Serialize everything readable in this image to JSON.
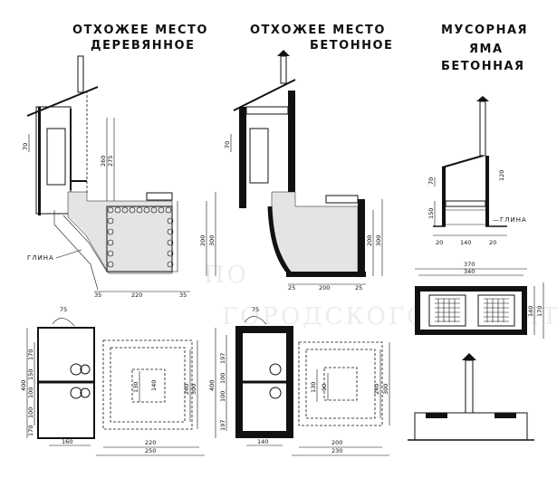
{
  "titles": {
    "wood": [
      "ОТХОЖЕЕ МЕСТО",
      "ДЕРЕВЯННОЕ"
    ],
    "concrete": [
      "ОТХОЖЕЕ МЕСТО",
      "БЕТОННОЕ"
    ],
    "pit": [
      "МУСОРНАЯ",
      "ЯМА",
      "БЕТОННАЯ"
    ]
  },
  "labels": {
    "clay_left": "ГЛИНА",
    "clay_right": "—ГЛИНА"
  },
  "watermark": [
    "ПО",
    "ГОРОДСКОГО СТРОИТЕЛЬСТВА"
  ],
  "dims": {
    "d70a": "70",
    "d260a": "260",
    "d275": "275",
    "d200a": "200",
    "d300a": "300",
    "d35a": "35",
    "d220a": "220",
    "d35b": "35",
    "d70b": "70",
    "d200b": "200",
    "d300b": "300",
    "d25a": "25",
    "d200c": "200",
    "d25b": "25",
    "d70c": "70",
    "d120": "120",
    "d150": "150",
    "d20a": "20",
    "d140a": "140",
    "d20b": "20",
    "d370": "370",
    "d340": "340",
    "d140b": "140",
    "d170a": "170",
    "d75a": "75",
    "d400a": "400",
    "d170b": "170",
    "d150a": "150",
    "d100a": "100",
    "d100b": "100",
    "d170c": "170",
    "d130a": "130",
    "d260b": "260",
    "d300c": "300",
    "d140c": "140",
    "d160": "160",
    "d220b": "220",
    "d250": "250",
    "d75b": "75",
    "d400b": "400",
    "d197a": "197",
    "d100c": "100",
    "d100d": "100",
    "d197b": "197",
    "d130b": "130",
    "d90": "90",
    "d240": "240",
    "d300d": "300",
    "d140d": "140",
    "d200d": "200",
    "d230": "230"
  }
}
